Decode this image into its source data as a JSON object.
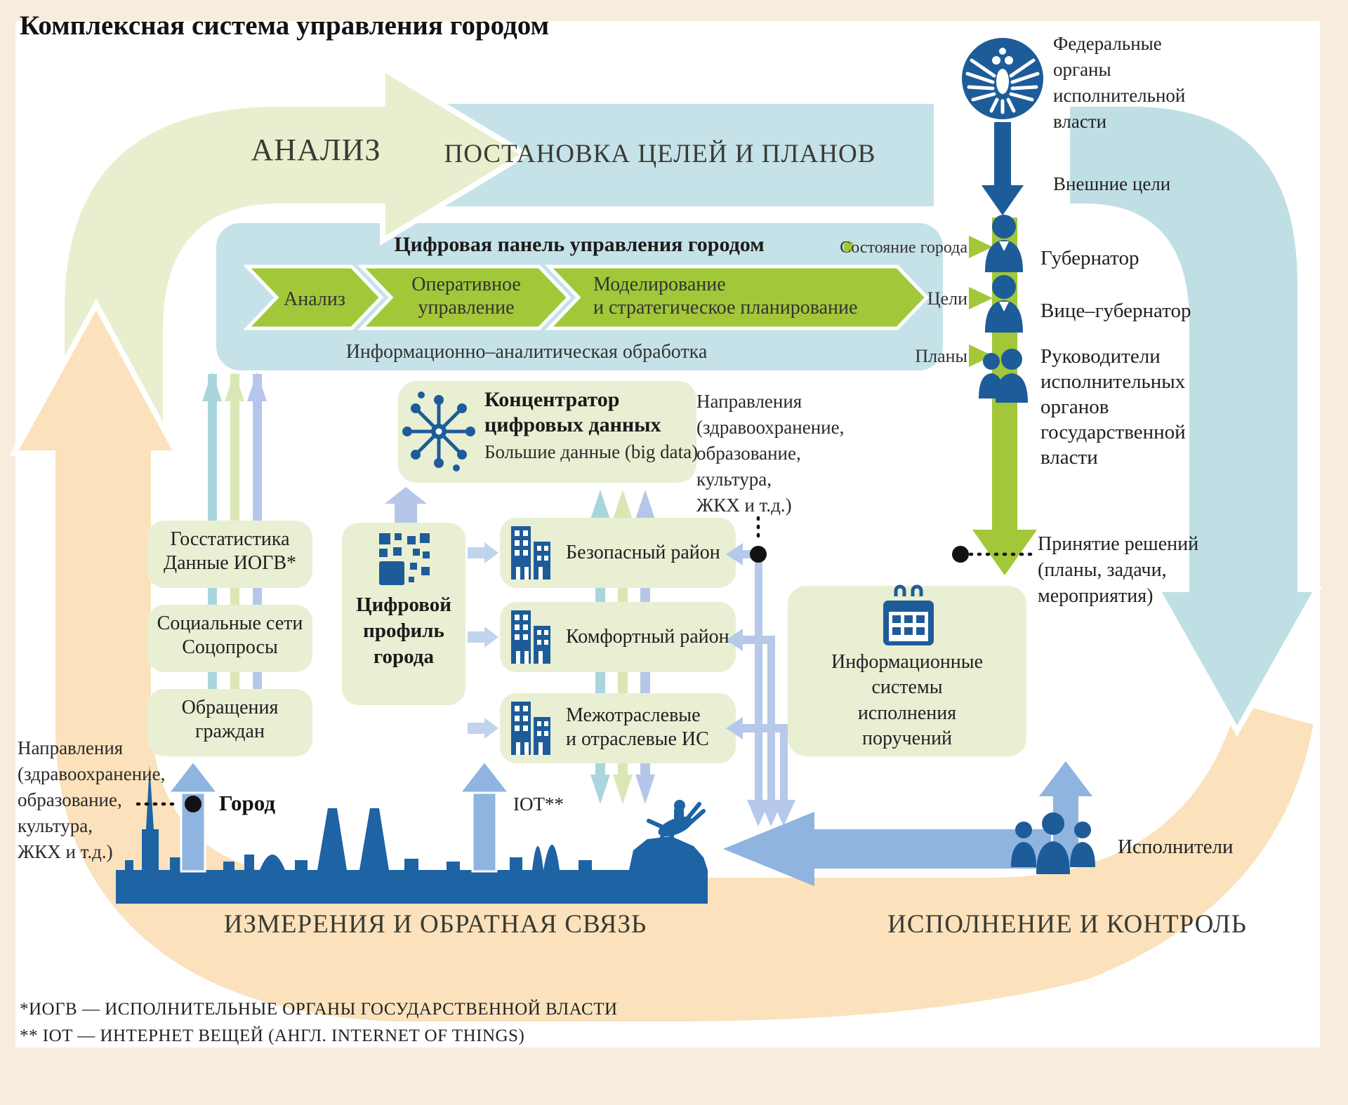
{
  "page": {
    "title": "Комплексная система управления городом"
  },
  "colors": {
    "background": "#f8ecde",
    "card": "#ffffff",
    "cycle_green": "#e8efce",
    "cycle_blue": "#c5e2e8",
    "cycle_orange": "#fbe2bc",
    "accent_green": "#a2c739",
    "dark_blue": "#1d5c99",
    "box_green": "#e9efd3",
    "arrow_periwinkle": "#8fb4e0",
    "line_periwinkle": "#b6c9ea",
    "bundle_teal": "#a9d6dd",
    "bundle_green": "#dbe6b5",
    "bundle_periwinkle": "#b6c6ea"
  },
  "cycle": {
    "analysis": "АНАЛИЗ",
    "planning": "ПОСТАНОВКА ЦЕЛЕЙ И ПЛАНОВ",
    "execution": "ИСПОЛНЕНИЕ И КОНТРОЛЬ",
    "feedback": "ИЗМЕРЕНИЯ И ОБРАТНАЯ СВЯЗЬ"
  },
  "federal": {
    "label": "Федеральные\nорганы\nисполнительной\nвласти",
    "external_goals": "Внешние цели"
  },
  "dashboard": {
    "title": "Цифровая панель управления городом",
    "stages": [
      {
        "label": "Анализ"
      },
      {
        "label": "Оперативное\nуправление"
      },
      {
        "label": "Моделирование\nи стратегическое планирование"
      }
    ],
    "processing": "Информационно–аналитическая обработка",
    "outputs": [
      {
        "label": "Состояние города"
      },
      {
        "label": "Цели"
      },
      {
        "label": "Планы"
      }
    ]
  },
  "officials": [
    {
      "label": "Губернатор"
    },
    {
      "label": "Вице–губернатор"
    },
    {
      "label": "Руководители\nисполнительных\nорганов\nгосударственной\nвласти"
    }
  ],
  "decision_making": "Принятие решений\n(планы, задачи,\nмероприятия)",
  "data_hub": {
    "title": "Концентратор\nцифровых данных",
    "subtitle": "Большие данные (big data)"
  },
  "data_sources": [
    {
      "label": "Госстатистика\nДанные ИОГВ*"
    },
    {
      "label": "Социальные сети\nСоцопросы"
    },
    {
      "label": "Обращения\nграждан"
    }
  ],
  "digital_profile": {
    "label": "Цифровой\nпрофиль\nгорода"
  },
  "district_systems": [
    {
      "label": "Безопасный район"
    },
    {
      "label": "Комфортный район"
    },
    {
      "label": "Межотраслевые\nи отраслевые ИС"
    }
  ],
  "info_systems": {
    "label": "Информационные\nсистемы\nисполнения\nпоручений"
  },
  "directions_right": "Направления\n(здравоохранение,\nобразование,\nкультура,\nЖКХ и т.д.)",
  "directions_left": "Направления\n(здравоохранение,\nобразование,\nкультура,\nЖКХ и т.д.)",
  "city_label": "Город",
  "iot_label": "IOT**",
  "executors_label": "Исполнители",
  "footnotes": [
    "*ИОГВ — ИСПОЛНИТЕЛЬНЫЕ ОРГАНЫ ГОСУДАРСТВЕННОЙ ВЛАСТИ",
    "** IOT — ИНТЕРНЕТ ВЕЩЕЙ (АНГЛ. INTERNET OF THINGS)"
  ]
}
